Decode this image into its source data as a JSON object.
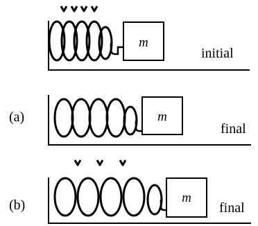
{
  "colors": {
    "ink": "#000000",
    "background": "#ffffff"
  },
  "panels": [
    {
      "id": "initial",
      "side_label": "",
      "state_label": "initial",
      "mass_label": "m",
      "marker_count": 4,
      "spring_state": "compressed"
    },
    {
      "id": "a",
      "side_label": "(a)",
      "state_label": "final",
      "mass_label": "m",
      "marker_count": 0,
      "spring_state": "stretched"
    },
    {
      "id": "b",
      "side_label": "(b)",
      "state_label": "final",
      "mass_label": "m",
      "marker_count": 3,
      "spring_state": "stretched"
    }
  ]
}
